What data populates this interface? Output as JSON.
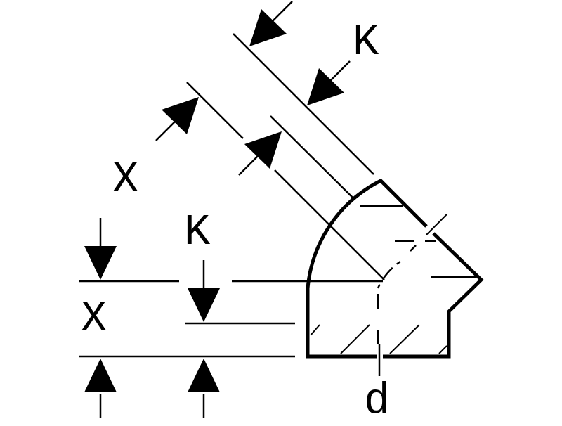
{
  "labels": {
    "k_diagonal": "K",
    "x_diagonal": "X",
    "k_vertical": "K",
    "x_vertical": "X",
    "diameter": "d"
  },
  "colors": {
    "stroke": "#000000",
    "background": "#ffffff"
  }
}
